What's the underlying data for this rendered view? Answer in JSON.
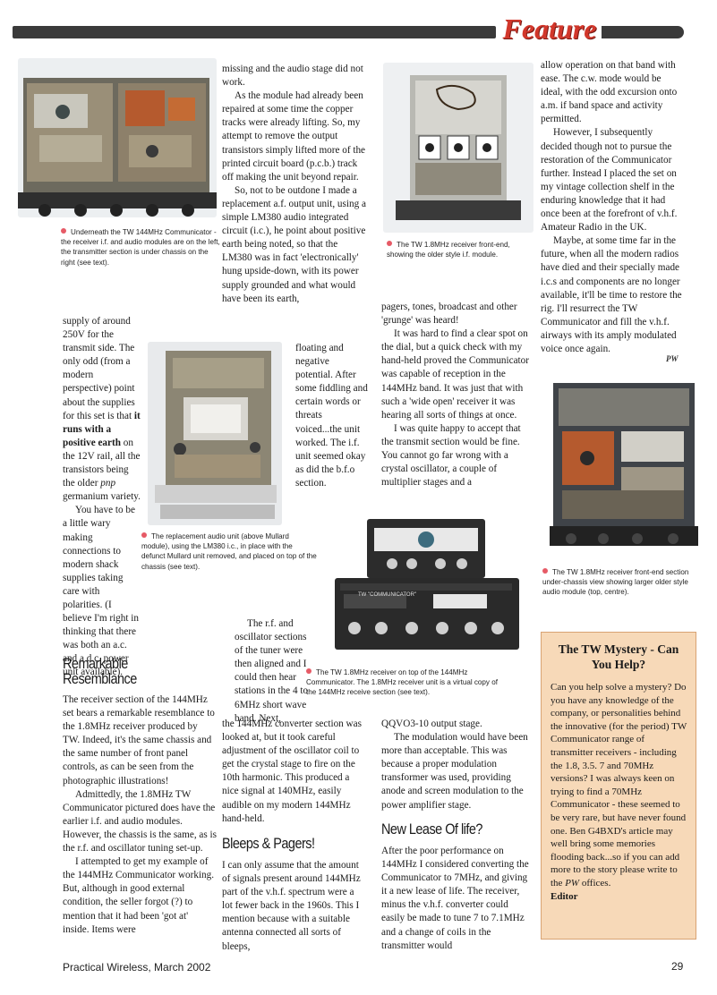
{
  "header": {
    "label": "Feature",
    "bar_color": "#3a3a3a",
    "accent_color": "#d2372b"
  },
  "footer": {
    "magazine": "Practical Wireless, March 2002",
    "page_number": "29"
  },
  "captions": {
    "photo1": "Underneath the TW 144MHz Communicator - the receiver i.f. and audio modules are on the left, the transmitter section is under chassis on the right (see text).",
    "photo2": "The replacement audio unit (above Mullard module), using the LM380 i.c., in place with the defunct Mullard unit removed, and placed on top of the chassis (see text).",
    "photo3": "The TW 1.8MHz receiver front-end, showing the older style i.f. module.",
    "photo4": "The TW 1.8MHz receiver on top of the 144MHz Communicator. The 1.8MHz receiver unit is a virtual copy of the 144MHz receive section (see text).",
    "photo5": "The TW 1.8MHz receiver front-end section under-chassis view showing larger older style audio module (top, centre)."
  },
  "photo_labels": {
    "communicator": "TW \"COMMUNICATOR\""
  },
  "col1": {
    "a": "supply of around 250V for the transmit side. The only odd (from a modern perspective) point about the supplies for this set is that ",
    "a_bold": "it runs with a positive earth",
    "a_cont": " on the 12V rail, all the transistors being the older ",
    "a_ital": "pnp",
    "a_end": " germanium variety.",
    "b": "You have to be a little wary making connections to modern shack supplies taking care with polarities. (I believe I'm right in thinking that there was both an a.c. and a d.c. power unit available).",
    "heading": "Remarkable Resemblance",
    "c": "The receiver section of the 144MHz set bears a remarkable resemblance to the 1.8MHz receiver produced by TW. Indeed, it's the same chassis and the same number of front panel controls, as can be seen from the photographic illustrations!",
    "d": "Admittedly, the 1.8MHz TW Communicator pictured does have the earlier i.f. and audio modules. However, the chassis is the same, as is the r.f. and oscillator tuning set-up.",
    "e": "I attempted to get my example of the 144MHz Communicator working. But, although in good external condition, the seller forgot (?) to mention that it had been 'got at' inside. Items were"
  },
  "col2": {
    "a": "missing and the audio stage did not work.",
    "b": "As the module had already been repaired at some time the copper tracks were already lifting. So, my attempt to remove the output transistors simply lifted more of the printed circuit board (p.c.b.) track off making the unit beyond repair.",
    "c": "So, not to be outdone I made a replacement a.f. output unit, using a simple LM380 audio integrated circuit (i.c.), he point about positive earth being noted, so that the LM380 was in fact 'electronically' hung upside-down, with its power supply grounded and what would have been its earth,",
    "c2": "floating and negative potential. After some fiddling and certain words or threats voiced...the unit worked. The i.f. unit seemed okay as did the b.f.o section.",
    "d": "The r.f. and oscillator sections of the tuner were then aligned and I could then hear stations in the 4 to 6MHz short wave band. Next,",
    "d2": "the 144MHz converter section was looked at, but it took careful adjustment of the oscillator coil to get the crystal stage to fire on the 10th harmonic. This produced a nice signal at 140MHz, easily audible on my modern 144MHz hand-held.",
    "heading": "Bleeps & Pagers!",
    "e": "I can only assume that the amount of signals present around 144MHz part of the v.h.f. spectrum were a lot fewer back in the 1960s. This I mention because with a suitable antenna connected all sorts of bleeps,"
  },
  "col3": {
    "a": "pagers, tones, broadcast and other 'grunge' was heard!",
    "b": "It was hard to find a clear spot on the dial, but a quick check with my hand-held proved the Communicator was capable of reception in the 144MHz band. It was just that with such a 'wide open' receiver it was hearing all sorts of things at once.",
    "c": "I was quite happy to accept that the transmit section would be fine. You cannot go far wrong with a crystal oscillator, a couple of multiplier stages and a",
    "d": "QQVO3-10 output stage.",
    "e": "The modulation would have been more than acceptable. This was because a proper modulation transformer was used, providing anode and screen modulation to the power amplifier stage.",
    "heading": "New Lease Of life?",
    "f": "After the poor performance on 144MHz I considered converting the Communicator to 7MHz, and giving it a new lease of life. The receiver, minus the v.h.f. converter could easily be made to tune 7 to 7.1MHz and a change of coils in the transmitter would"
  },
  "col4": {
    "a": "allow operation on that band with ease. The c.w. mode would be ideal, with the odd excursion onto a.m. if band space and activity permitted.",
    "b": "However, I subsequently decided though not to pursue the restoration of the Communicator further. Instead I placed the set on my vintage collection shelf in the enduring knowledge that it had once been at the forefront of v.h.f. Amateur Radio in the UK.",
    "c": "Maybe, at some time far in the future, when all the modern radios have died and their specially made i.c.s and components are no longer available, it'll be time to restore the rig. I'll resurrect the TW Communicator and fill the v.h.f. airways with its amply modulated voice once again.",
    "signoff": "PW"
  },
  "sidebar": {
    "title": "The TW Mystery - Can You Help?",
    "body": "Can you help solve a mystery? Do you have any knowledge of the company, or personalities behind the innovative (for the period) TW Communicator range of transmitter receivers - including the 1.8, 3.5. 7 and 70MHz versions? I was always keen on trying to find a 70MHz Communicator - these seemed to be very rare, but have never found one. Ben G4BXD's article may well bring some memories flooding back...so if you can add more to the story please write to the ",
    "body_ital": "PW",
    "body_end": " offices.",
    "editor": "Editor",
    "bg_color": "#f7d9b8"
  }
}
